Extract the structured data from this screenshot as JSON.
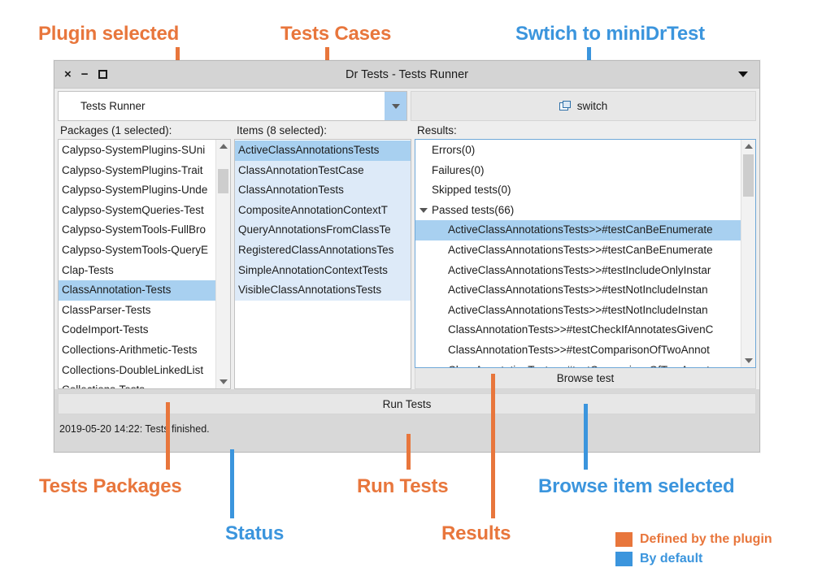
{
  "annotations": {
    "top": [
      {
        "text": "Plugin selected",
        "color": "#E8763C"
      },
      {
        "text": "Tests Cases",
        "color": "#E8763C"
      },
      {
        "text": "Swtich to miniDrTest",
        "color": "#3B95DD"
      }
    ],
    "bottom": [
      {
        "text": "Tests Packages",
        "color": "#E8763C"
      },
      {
        "text": "Status",
        "color": "#3B95DD"
      },
      {
        "text": "Run Tests",
        "color": "#E8763C"
      },
      {
        "text": "Results",
        "color": "#E8763C"
      },
      {
        "text": "Browse item selected",
        "color": "#3B95DD"
      }
    ]
  },
  "legend": {
    "orange_label": "Defined by the plugin",
    "blue_label": "By default",
    "orange_color": "#E8763C",
    "blue_color": "#3B95DD"
  },
  "window": {
    "title": "Dr Tests - Tests Runner",
    "controls": {
      "close": "×",
      "minimize": "−",
      "maximize": ""
    }
  },
  "toolbar": {
    "plugin_combo_value": "Tests Runner",
    "switch_label": "switch"
  },
  "packages_panel": {
    "header": "Packages (1 selected):",
    "items": [
      "Calypso-SystemPlugins-SUni",
      "Calypso-SystemPlugins-Trait",
      "Calypso-SystemPlugins-Unde",
      "Calypso-SystemQueries-Test",
      "Calypso-SystemTools-FullBro",
      "Calypso-SystemTools-QueryE",
      "Clap-Tests",
      "ClassAnnotation-Tests",
      "ClassParser-Tests",
      "CodeImport-Tests",
      "Collections-Arithmetic-Tests",
      "Collections-DoubleLinkedList",
      "Collections-Tests"
    ],
    "selected_index": 7
  },
  "items_panel": {
    "header": "Items (8 selected):",
    "items": [
      "ActiveClassAnnotationsTests",
      "ClassAnnotationTestCase",
      "ClassAnnotationTests",
      "CompositeAnnotationContextT",
      "QueryAnnotationsFromClassTe",
      "RegisteredClassAnnotationsTes",
      "SimpleAnnotationContextTests",
      "VisibleClassAnnotationsTests"
    ],
    "selected_index": 0
  },
  "results_panel": {
    "header": "Results:",
    "rows": [
      {
        "label": "Errors(0)",
        "level": 1,
        "twisty": false,
        "selected": false
      },
      {
        "label": "Failures(0)",
        "level": 1,
        "twisty": false,
        "selected": false
      },
      {
        "label": "Skipped tests(0)",
        "level": 1,
        "twisty": false,
        "selected": false
      },
      {
        "label": "Passed tests(66)",
        "level": 1,
        "twisty": true,
        "selected": false
      },
      {
        "label": "ActiveClassAnnotationsTests>>#testCanBeEnumerate",
        "level": 2,
        "twisty": false,
        "selected": true
      },
      {
        "label": "ActiveClassAnnotationsTests>>#testCanBeEnumerate",
        "level": 2,
        "twisty": false,
        "selected": false
      },
      {
        "label": "ActiveClassAnnotationsTests>>#testIncludeOnlyInstar",
        "level": 2,
        "twisty": false,
        "selected": false
      },
      {
        "label": "ActiveClassAnnotationsTests>>#testNotIncludeInstan",
        "level": 2,
        "twisty": false,
        "selected": false
      },
      {
        "label": "ActiveClassAnnotationsTests>>#testNotIncludeInstan",
        "level": 2,
        "twisty": false,
        "selected": false
      },
      {
        "label": "ClassAnnotationTests>>#testCheckIfAnnotatesGivenC",
        "level": 2,
        "twisty": false,
        "selected": false
      },
      {
        "label": "ClassAnnotationTests>>#testComparisonOfTwoAnnot",
        "level": 2,
        "twisty": false,
        "selected": false
      },
      {
        "label": "ClassAnnotationTests>>#testComparisonOfTwoAnnot",
        "level": 2,
        "twisty": false,
        "selected": false
      }
    ],
    "browse_label": "Browse test"
  },
  "footer": {
    "run_tests_label": "Run Tests",
    "status_text": "2019-05-20 14:22: Tests finished."
  }
}
